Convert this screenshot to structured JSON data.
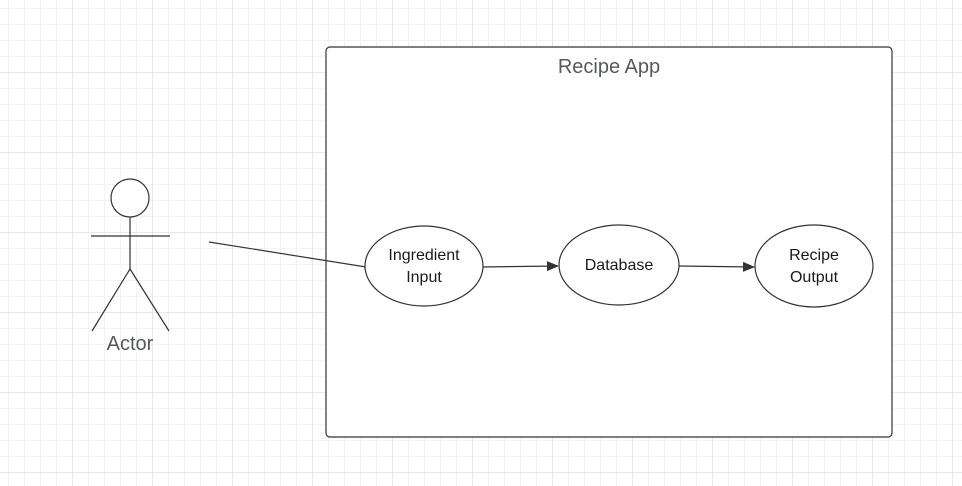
{
  "system": {
    "title": "Recipe App"
  },
  "actor": {
    "label": "Actor"
  },
  "use_cases": [
    {
      "line1": "Ingredient",
      "line2": "Input"
    },
    {
      "line1": "Database",
      "line2": ""
    },
    {
      "line1": "Recipe",
      "line2": "Output"
    }
  ],
  "colors": {
    "stroke": "#333333",
    "text": "#1a1a1a",
    "muted_text": "#555a61"
  }
}
